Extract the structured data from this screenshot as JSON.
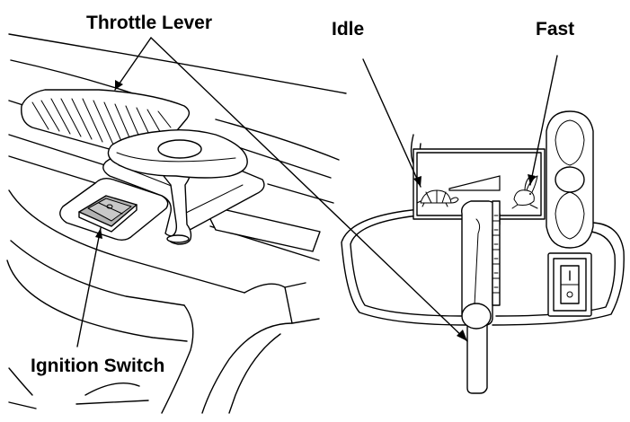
{
  "labels": {
    "throttle_lever": "Throttle Lever",
    "idle": "Idle",
    "fast": "Fast",
    "ignition_switch": "Ignition Switch"
  },
  "icons": {
    "idle_symbol": "turtle-icon",
    "fast_symbol": "rabbit-icon"
  },
  "colors": {
    "line": "#000000",
    "background": "#ffffff",
    "switch_fill": "#b3b3b3"
  }
}
